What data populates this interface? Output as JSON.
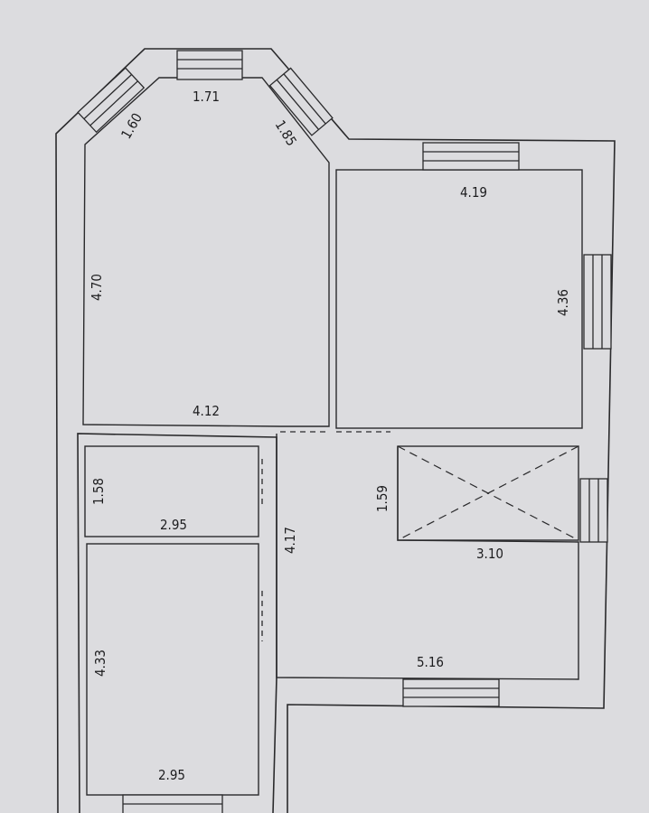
{
  "colors": {
    "paper": "#dcdcdf",
    "ink": "#2a2a2c"
  },
  "rooms": {
    "bay_room": {
      "edge_top": "1.71",
      "edge_left_diag": "1.60",
      "edge_right_diag": "1.85",
      "height": "4.70",
      "width": "4.12"
    },
    "room_top_right": {
      "width": "4.19",
      "height": "4.36"
    },
    "small_room": {
      "height": "1.58",
      "width": "2.95"
    },
    "room_bottom_left": {
      "height": "4.33",
      "width": "2.95"
    },
    "hall": {
      "height": "4.17",
      "width": "5.16"
    },
    "stair_void": {
      "height": "1.59",
      "width": "3.10"
    }
  }
}
